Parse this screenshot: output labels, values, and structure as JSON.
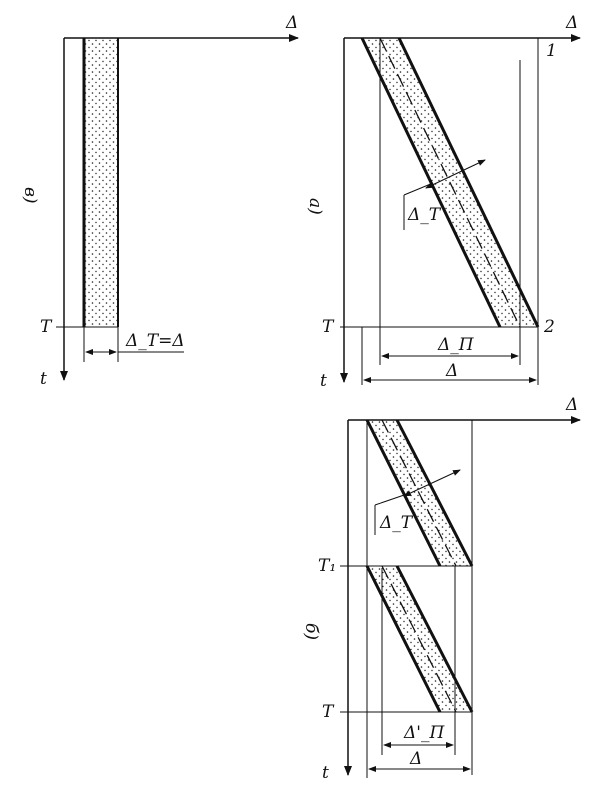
{
  "panel_v": {
    "caption": "в)",
    "axis_x": "Δ",
    "axis_t": "t",
    "tick_T": "T",
    "dim": "Δ_T=Δ"
  },
  "panel_a": {
    "caption": "а)",
    "axis_x": "Δ",
    "axis_t": "t",
    "tick_T": "T",
    "point1": "1",
    "point2": "2",
    "delta_t": "Δ_T",
    "delta_p": "Δ_П",
    "delta": "Δ"
  },
  "panel_b": {
    "caption": "б)",
    "axis_x": "Δ",
    "axis_t": "t",
    "tick_T1": "T₁",
    "tick_T": "T",
    "delta_t": "Δ_T",
    "delta_p": "Δ'_П",
    "delta": "Δ"
  },
  "colors": {
    "ink": "#111111",
    "paper": "#ffffff"
  }
}
